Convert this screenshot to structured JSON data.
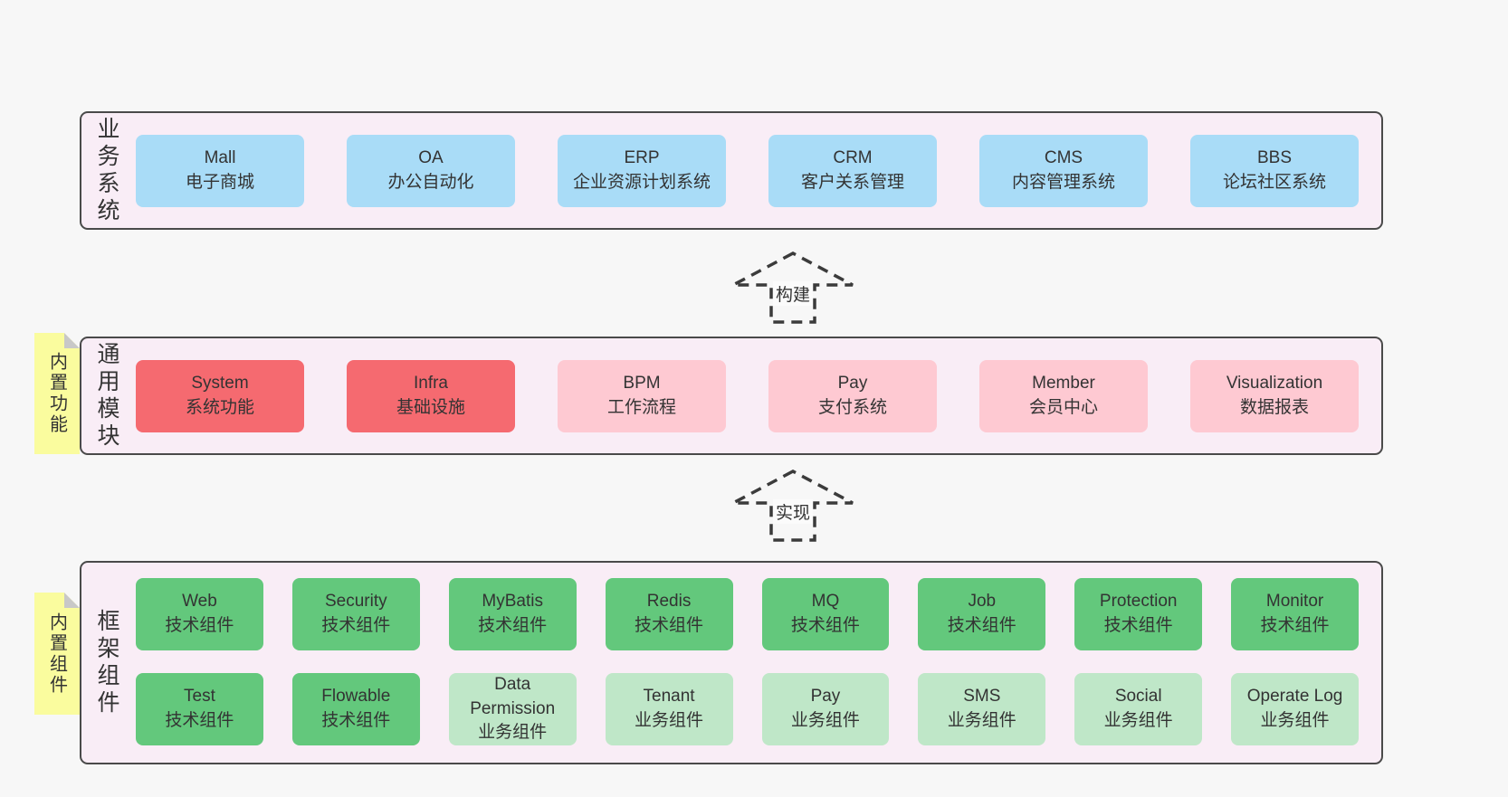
{
  "colors": {
    "page_bg": "#f7f7f7",
    "container_bg": "#f9edf6",
    "container_border": "#4a4a4a",
    "box_blue": "#a9dcf7",
    "box_red": "#f56a70",
    "box_pink": "#fec9d2",
    "box_green": "#63c87c",
    "box_light_green": "#bfe7c8",
    "note_yellow": "#fafc9e",
    "note_fold_gray": "#c8c8c8",
    "text": "#333333"
  },
  "arrows": {
    "build_label": "构建",
    "implement_label": "实现"
  },
  "business": {
    "label": "业务系统",
    "boxes": [
      {
        "title": "Mall",
        "subtitle": "电子商城"
      },
      {
        "title": "OA",
        "subtitle": "办公自动化"
      },
      {
        "title": "ERP",
        "subtitle": "企业资源计划系统"
      },
      {
        "title": "CRM",
        "subtitle": "客户关系管理"
      },
      {
        "title": "CMS",
        "subtitle": "内容管理系统"
      },
      {
        "title": "BBS",
        "subtitle": "论坛社区系统"
      }
    ]
  },
  "modules": {
    "label": "通用模块",
    "note": "内置功能",
    "boxes": [
      {
        "title": "System",
        "subtitle": "系统功能",
        "variant": "red"
      },
      {
        "title": "Infra",
        "subtitle": "基础设施",
        "variant": "red"
      },
      {
        "title": "BPM",
        "subtitle": "工作流程",
        "variant": "pink"
      },
      {
        "title": "Pay",
        "subtitle": "支付系统",
        "variant": "pink"
      },
      {
        "title": "Member",
        "subtitle": "会员中心",
        "variant": "pink"
      },
      {
        "title": "Visualization",
        "subtitle": "数据报表",
        "variant": "pink"
      }
    ]
  },
  "components": {
    "label": "框架组件",
    "note": "内置组件",
    "row1": [
      {
        "title": "Web",
        "subtitle": "技术组件",
        "variant": "green"
      },
      {
        "title": "Security",
        "subtitle": "技术组件",
        "variant": "green"
      },
      {
        "title": "MyBatis",
        "subtitle": "技术组件",
        "variant": "green"
      },
      {
        "title": "Redis",
        "subtitle": "技术组件",
        "variant": "green"
      },
      {
        "title": "MQ",
        "subtitle": "技术组件",
        "variant": "green"
      },
      {
        "title": "Job",
        "subtitle": "技术组件",
        "variant": "green"
      },
      {
        "title": "Protection",
        "subtitle": "技术组件",
        "variant": "green"
      },
      {
        "title": "Monitor",
        "subtitle": "技术组件",
        "variant": "green"
      }
    ],
    "row2": [
      {
        "title": "Test",
        "subtitle": "技术组件",
        "variant": "green"
      },
      {
        "title": "Flowable",
        "subtitle": "技术组件",
        "variant": "green"
      },
      {
        "title": "Data Permission",
        "subtitle": "业务组件",
        "variant": "light-green"
      },
      {
        "title": "Tenant",
        "subtitle": "业务组件",
        "variant": "light-green"
      },
      {
        "title": "Pay",
        "subtitle": "业务组件",
        "variant": "light-green"
      },
      {
        "title": "SMS",
        "subtitle": "业务组件",
        "variant": "light-green"
      },
      {
        "title": "Social",
        "subtitle": "业务组件",
        "variant": "light-green"
      },
      {
        "title": "Operate Log",
        "subtitle": "业务组件",
        "variant": "light-green"
      }
    ]
  }
}
